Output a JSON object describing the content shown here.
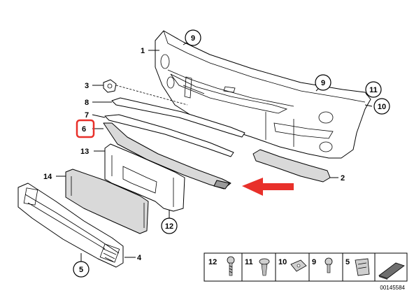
{
  "diagram": {
    "labels": {
      "p1": "1",
      "p2": "2",
      "p3": "3",
      "p4": "4",
      "p5": "5",
      "p6": "6",
      "p7": "7",
      "p8": "8",
      "p9a": "9",
      "p9b": "9",
      "p10": "10",
      "p11": "11",
      "p12": "12",
      "p13": "13",
      "p14": "14"
    },
    "legend": {
      "items": [
        "12",
        "11",
        "10",
        "9",
        "5"
      ]
    },
    "reference_number": "00145584",
    "highlight_color": "#e8302a",
    "arrow_color": "#e8302a"
  }
}
